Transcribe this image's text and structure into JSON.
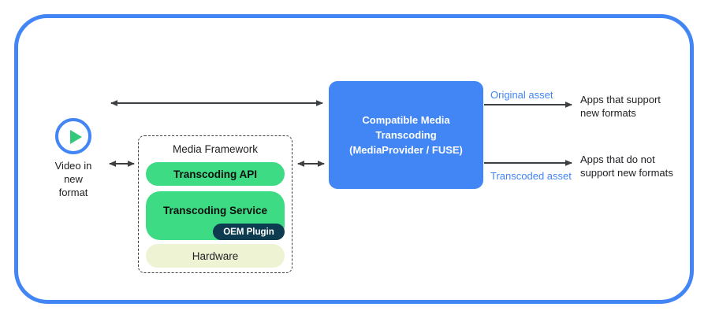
{
  "diagram": {
    "title": "Compatible Media Transcoding flow",
    "accent_blue": "#4285F4",
    "accent_green": "#3DDC84",
    "accent_pale": "#EEF3D3",
    "accent_navy": "#0D3B4F"
  },
  "source": {
    "icon": "play-circle-icon",
    "label": "Video in\nnew\nformat"
  },
  "framework": {
    "title": "Media Framework",
    "boxes": [
      {
        "label": "Transcoding API",
        "color": "#3DDC84"
      },
      {
        "label": "Transcoding Service",
        "color": "#3DDC84"
      },
      {
        "label": "Hardware",
        "color": "#EEF3D3"
      }
    ],
    "plugin_badge": "OEM Plugin"
  },
  "transcoder": {
    "label": "Compatible Media\nTranscoding\n(MediaProvider / FUSE)"
  },
  "outputs": [
    {
      "flow_label": "Original asset",
      "target_label": "Apps that support\nnew formats"
    },
    {
      "flow_label": "Transcoded asset",
      "target_label": "Apps that do not\nsupport new formats"
    }
  ],
  "connectors": [
    {
      "name": "video-to-transcoder",
      "type": "bidirectional"
    },
    {
      "name": "video-to-framework",
      "type": "bidirectional"
    },
    {
      "name": "framework-to-transcoder",
      "type": "bidirectional"
    },
    {
      "name": "transcoder-to-apps-support",
      "type": "unidirectional"
    },
    {
      "name": "transcoder-to-apps-nosupport",
      "type": "unidirectional"
    }
  ]
}
